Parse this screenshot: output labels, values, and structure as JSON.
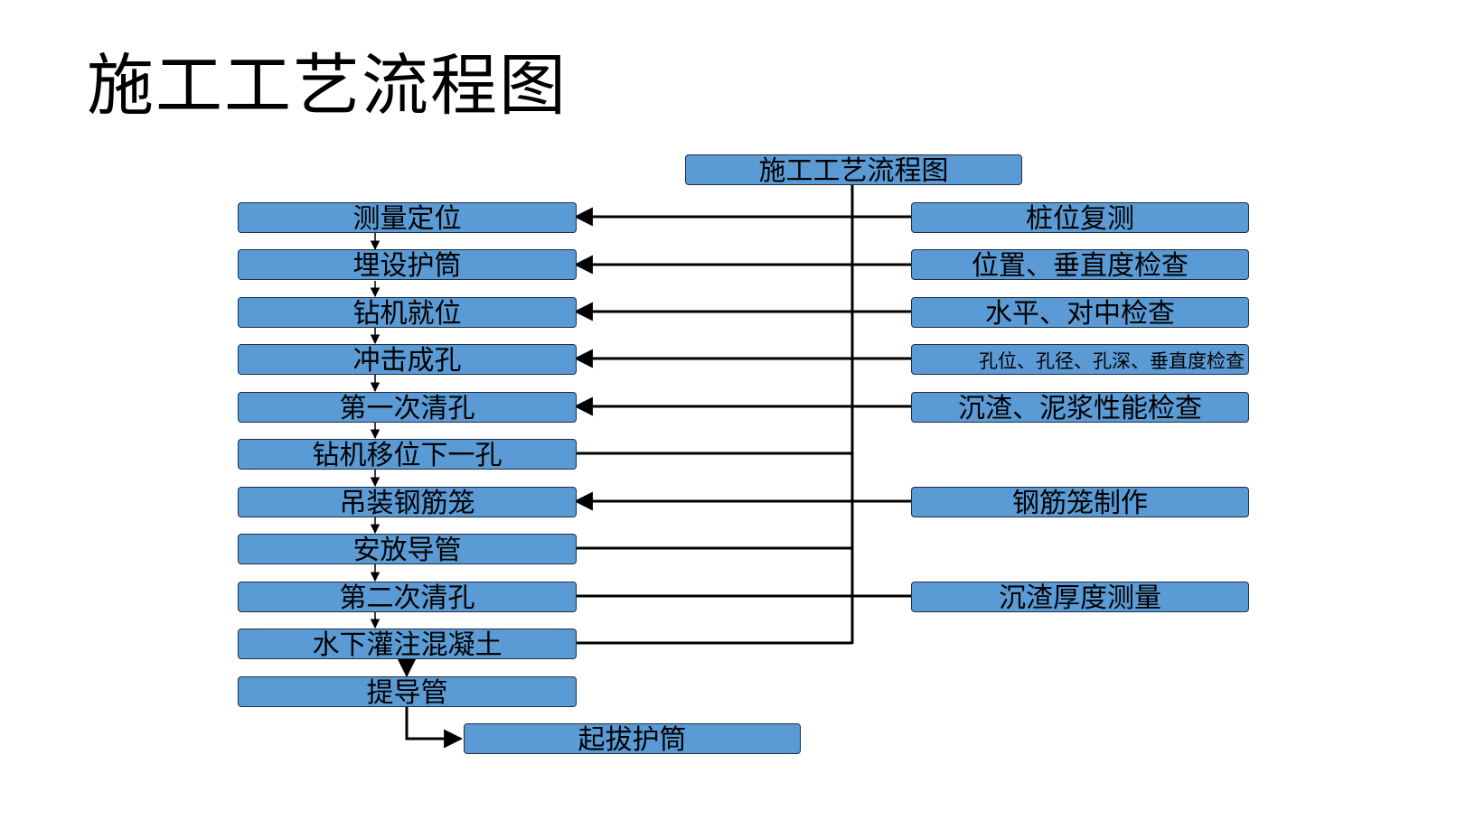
{
  "title": "施工工艺流程图",
  "top_box": "施工工艺流程图",
  "steps": [
    "测量定位",
    "埋设护筒",
    "钻机就位",
    "冲击成孔",
    "第一次清孔",
    "钻机移位下一孔",
    "吊装钢筋笼",
    "安放导管",
    "第二次清孔",
    "水下灌注混凝土",
    "提导管"
  ],
  "final_step": "起拔护筒",
  "checks": {
    "c0": "桩位复测",
    "c1": "位置、垂直度检查",
    "c2": "水平、对中检查",
    "c3": "孔位、孔径、孔深、垂直度检查",
    "c4": "沉渣、泥浆性能检查",
    "c6": "钢筋笼制作",
    "c8": "沉渣厚度测量"
  },
  "colors": {
    "box_fill": "#5B9BD5",
    "box_border": "#1f2f44",
    "line": "#000000"
  }
}
